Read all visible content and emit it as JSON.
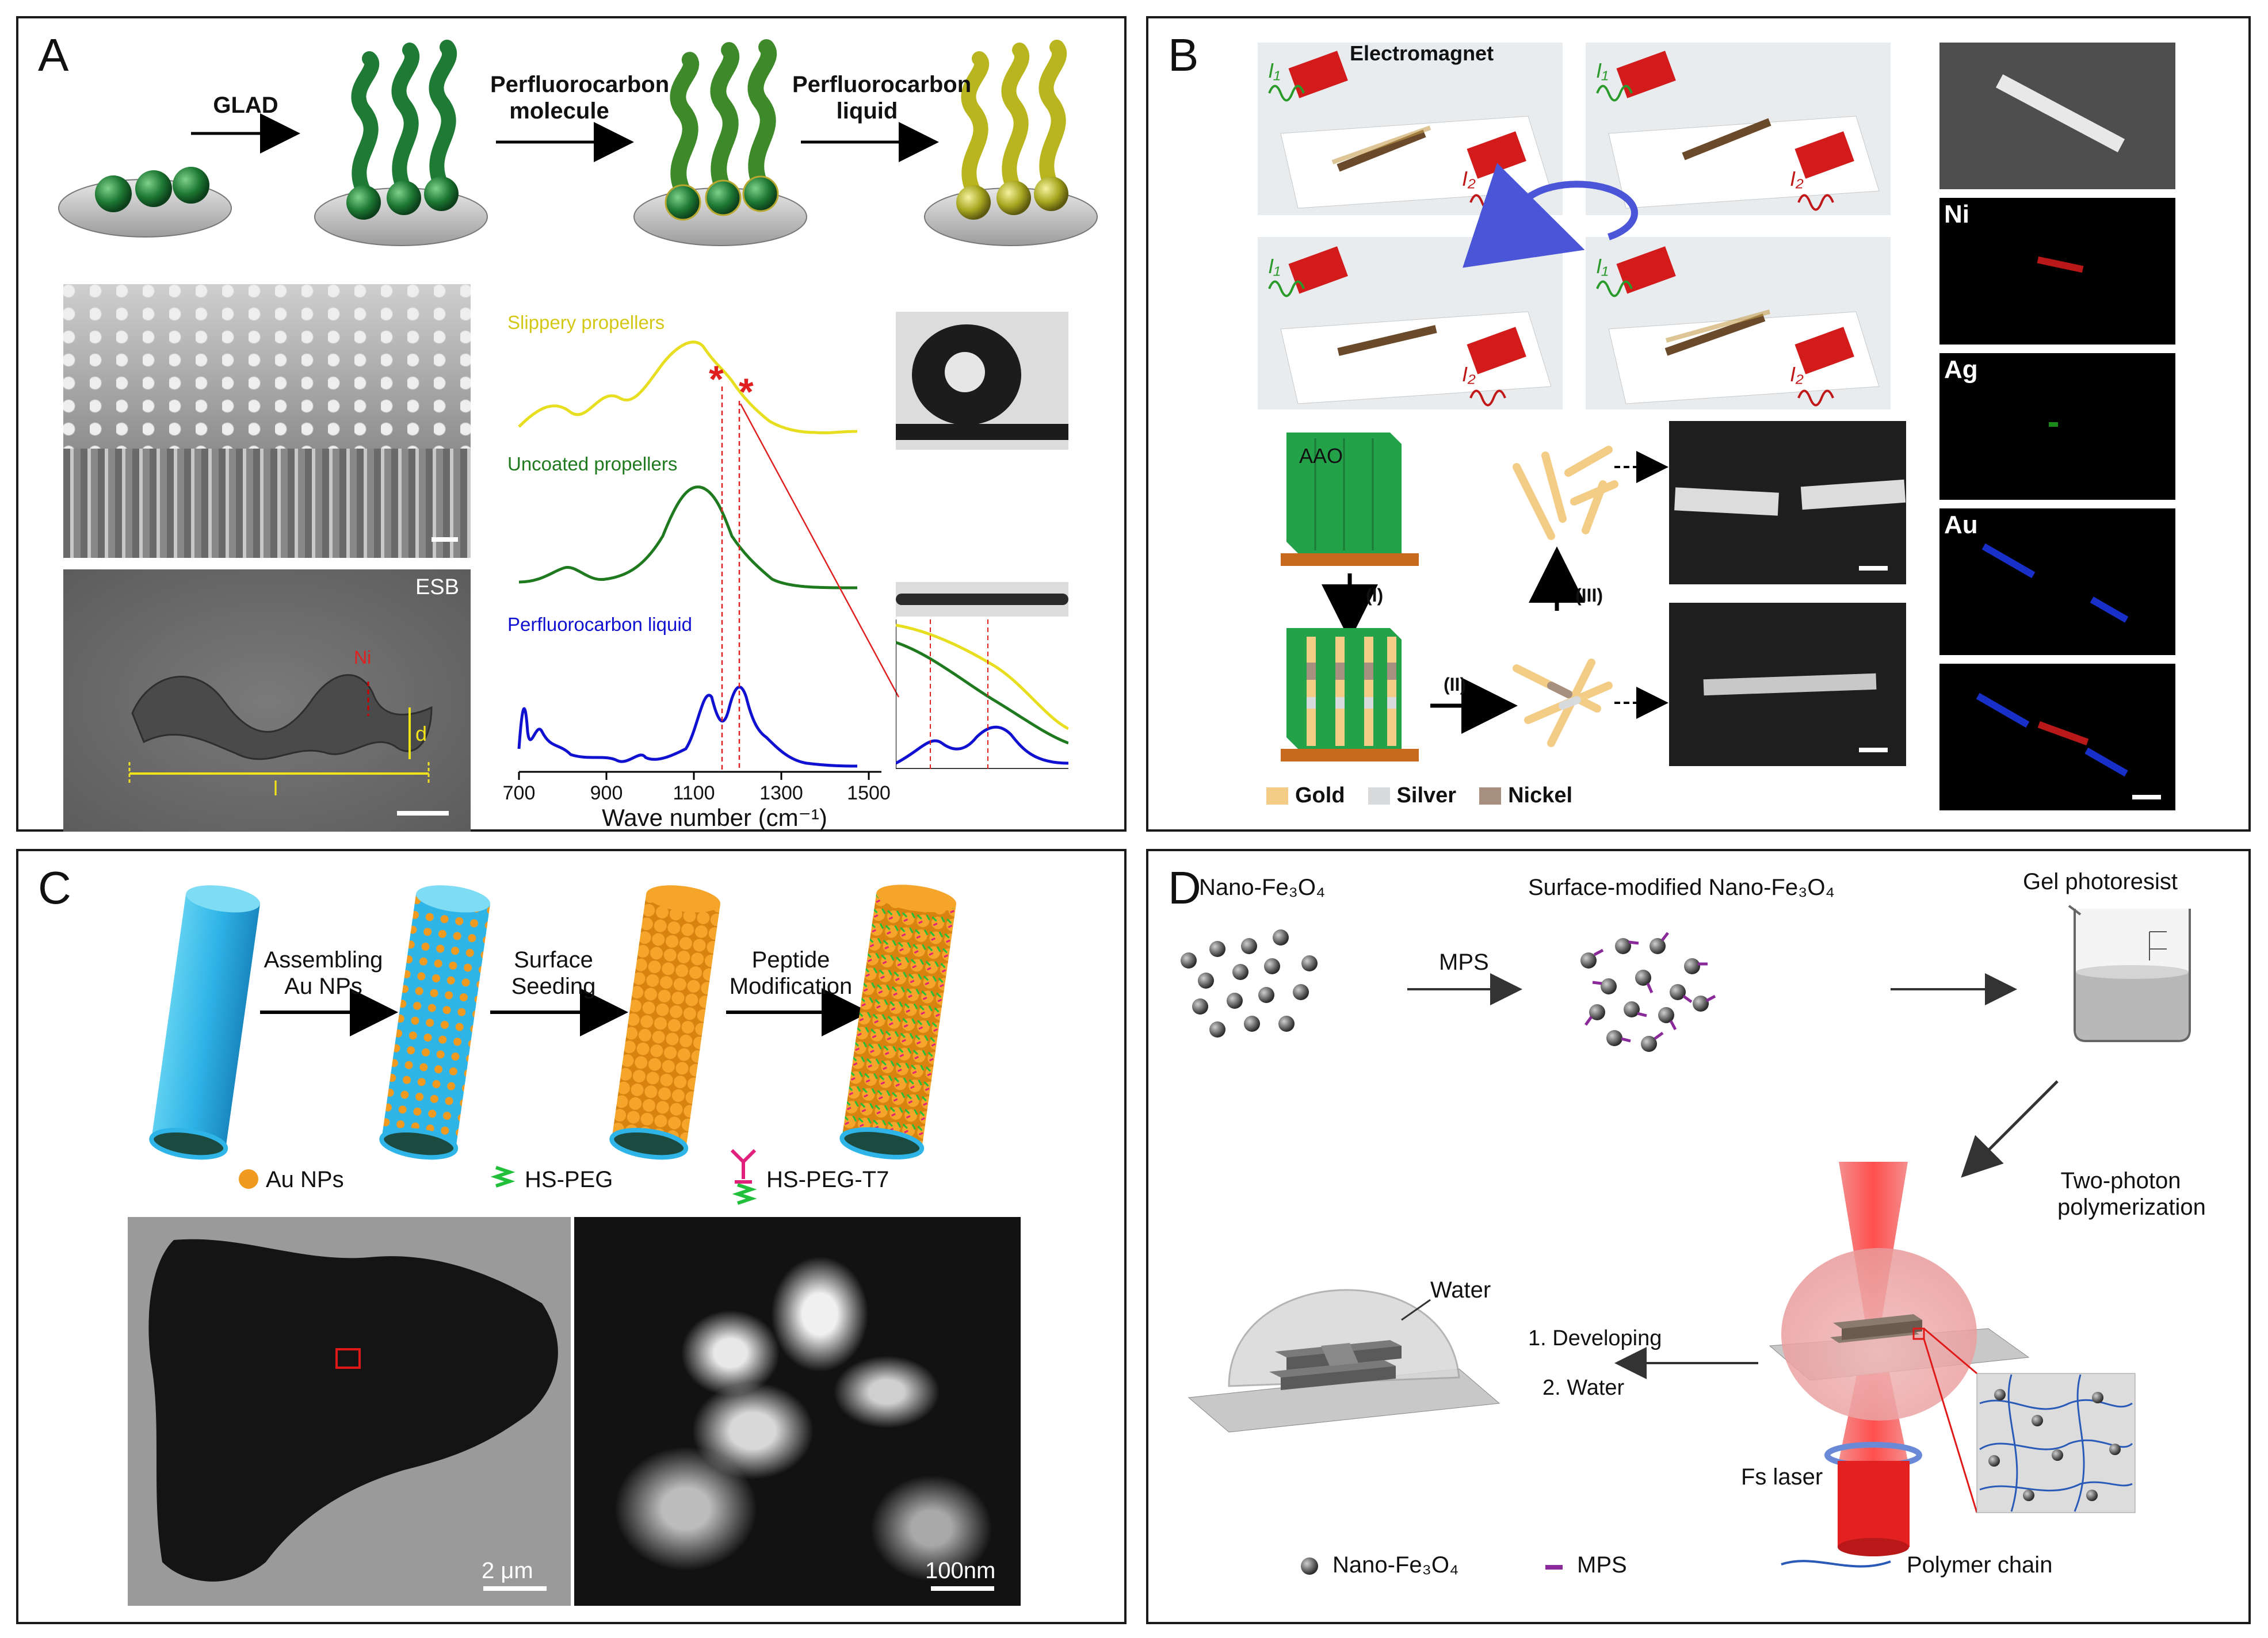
{
  "panels": {
    "a": {
      "letter": "A",
      "steps": [
        "GLAD",
        "Perfluorocarbon molecule",
        "Perfluorocarbon liquid"
      ],
      "esb_label": "ESB",
      "ni_label": "Ni",
      "d_label": "d",
      "l_label": "l",
      "spectra": {
        "series": [
          "Slippery propellers",
          "Uncoated propellers",
          "Perfluorocarbon liquid"
        ],
        "series_colors": [
          "#e8de20",
          "#1f7a1f",
          "#1010d0"
        ],
        "ticks": [
          "700",
          "900",
          "1100",
          "1300",
          "1500"
        ],
        "xlabel": "Wave number (cm⁻¹)",
        "marks": [
          "*",
          "*"
        ]
      }
    },
    "b": {
      "letter": "B",
      "electromagnet": "Electromagnet",
      "i1": "I₁",
      "i2": "I₂",
      "aao": "AAO",
      "step1": "(I)",
      "step2": "(II)",
      "step3": "(III)",
      "legend": [
        "Gold",
        "Silver",
        "Nickel"
      ],
      "legend_colors": [
        "#f3cc86",
        "#d8dadc",
        "#a89080"
      ],
      "maps": [
        "Ni",
        "Ag",
        "Au"
      ]
    },
    "c": {
      "letter": "C",
      "steps": [
        "Assembling Au NPs",
        "Surface Seeding",
        "Peptide Modification"
      ],
      "legend": [
        "Au NPs",
        "HS-PEG",
        "HS-PEG-T7"
      ],
      "scale_left": "2 μm",
      "scale_right": "100nm"
    },
    "d": {
      "letter": "D",
      "nano": "Nano-Fe₃O₄",
      "surface": "Surface-modified Nano-Fe₃O₄",
      "gel": "Gel photoresist",
      "mps_arrow": "MPS",
      "two_photon": "Two-photon polymerization",
      "water": "Water",
      "developing": "1. Developing",
      "water_step": "2. Water",
      "fs": "Fs laser",
      "legend": [
        "Nano-Fe₃O₄",
        "MPS",
        "Polymer chain"
      ]
    }
  }
}
